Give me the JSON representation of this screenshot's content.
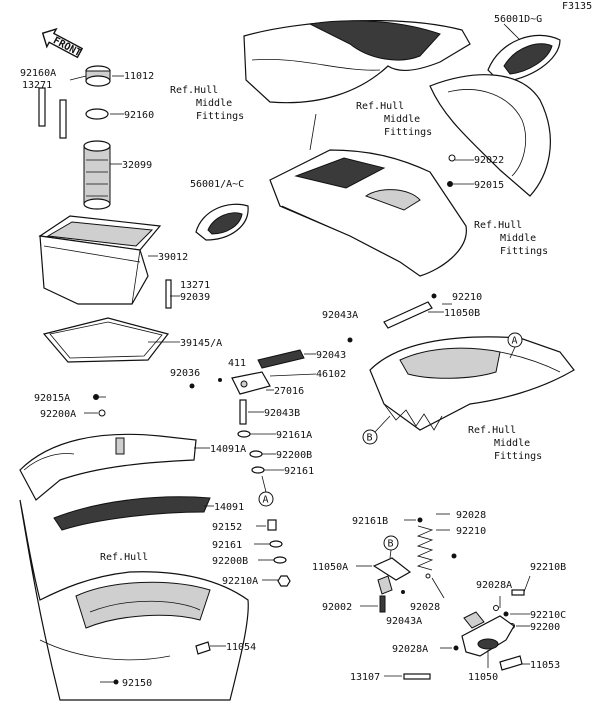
{
  "figure_code": "F3135",
  "front_label": "FRONT",
  "part_numbers": {
    "p92160A": "92160A",
    "p13271a": "13271",
    "p11012": "11012",
    "p92160": "92160",
    "p32099": "32099",
    "p39012": "39012",
    "p13271b": "13271",
    "p92039": "92039",
    "p39145A": "39145/A",
    "p56001DG": "56001D~G",
    "p92022": "92022",
    "p92015": "92015",
    "p56001AC": "56001/A~C",
    "p92043A_top": "92043A",
    "p92210_top": "92210",
    "p11050B": "11050B",
    "p411": "411",
    "p92043": "92043",
    "p92036": "92036",
    "p46102": "46102",
    "p27016": "27016",
    "p92043B": "92043B",
    "p92161A": "92161A",
    "p92200B_a": "92200B",
    "p92161_a": "92161",
    "p92015A": "92015A",
    "p92200A": "92200A",
    "p14091A": "14091A",
    "p14091": "14091",
    "p92152": "92152",
    "p92161_b": "92161",
    "p92200B_b": "92200B",
    "p92210A": "92210A",
    "p11054": "11054",
    "p92150": "92150",
    "p92161B": "92161B",
    "p92028_a": "92028",
    "p92210_mid": "92210",
    "p11050A": "11050A",
    "p92002": "92002",
    "p92043A_bot": "92043A",
    "p92028_b": "92028",
    "p92210B": "92210B",
    "p92028A_a": "92028A",
    "p92210C": "92210C",
    "p92200": "92200",
    "p92028A_b": "92028A",
    "p11053": "11053",
    "p13107": "13107",
    "p11050": "11050"
  },
  "references": {
    "refA": {
      "l1": "Ref.Hull",
      "l2": "Middle",
      "l3": "Fittings"
    },
    "refB": {
      "l1": "Ref.Hull",
      "l2": "Middle",
      "l3": "Fittings"
    },
    "refC": {
      "l1": "Ref.Hull",
      "l2": "Middle",
      "l3": "Fittings"
    },
    "refD": {
      "l1": "Ref.Hull",
      "l2": "Middle",
      "l3": "Fittings"
    },
    "refHull": "Ref.Hull"
  },
  "callouts": {
    "a1": "A",
    "a2": "A",
    "b1": "B",
    "b2": "B"
  }
}
